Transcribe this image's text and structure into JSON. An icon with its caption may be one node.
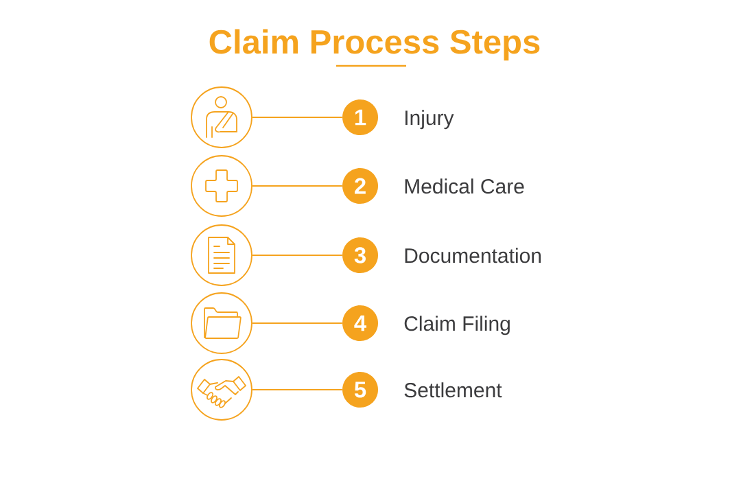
{
  "diagram": {
    "title": "Claim Process Steps",
    "nodes": [
      {
        "text": [],
        "shape": "circle"
      },
      {
        "text": [
          "1"
        ],
        "beside": [
          "Injury"
        ]
      },
      {
        "text": [],
        "shape": "circle"
      },
      {
        "text": [
          "2"
        ],
        "beside": [
          "Medical Care"
        ]
      },
      {
        "text": [],
        "shape": "circle"
      },
      {
        "text": [
          "3"
        ],
        "beside": [
          "Documentation"
        ]
      },
      {
        "text": [],
        "shape": "circle"
      },
      {
        "text": [
          "4"
        ],
        "beside": [
          "Claim Filing"
        ]
      },
      {
        "text": [],
        "shape": "circle"
      },
      {
        "text": [
          "5"
        ],
        "beside": [
          "Settlement"
        ]
      }
    ],
    "edges": [
      {
        "from": 0,
        "to": 1,
        "arrow": "none"
      },
      {
        "from": 2,
        "to": 3,
        "arrow": "none"
      },
      {
        "from": 4,
        "to": 5,
        "arrow": "none"
      },
      {
        "from": 6,
        "to": 7,
        "arrow": "none"
      },
      {
        "from": 8,
        "to": 9,
        "arrow": "none"
      }
    ]
  }
}
